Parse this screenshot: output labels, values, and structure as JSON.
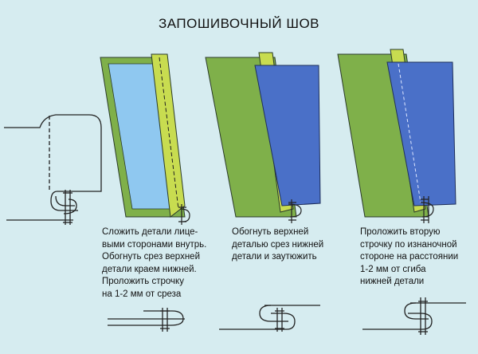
{
  "title": "ЗАПОШИВОЧНЫЙ ШОВ",
  "colors": {
    "background": "#d6ecf0",
    "green_fabric": "#7fb04a",
    "light_green_fold": "#c8dc50",
    "light_blue_fabric": "#8fc8f0",
    "blue_fabric": "#4a70c8",
    "outline": "#2a3a2a"
  },
  "steps": [
    {
      "caption": [
        "Сложить детали лице-",
        "выми сторонами внутрь.",
        "Обогнуть срез верхней",
        "детали краем нижней.",
        "Проложить строчку",
        "на 1-2 мм от среза"
      ]
    },
    {
      "caption": [
        "Обогнуть верхней",
        "деталью срез нижней",
        "детали и заутюжить"
      ]
    },
    {
      "caption": [
        "Проложить вторую",
        "строчку по изнаночной",
        "стороне на расстоянии",
        "1-2 мм от сгиба",
        "нижней детали"
      ]
    }
  ]
}
